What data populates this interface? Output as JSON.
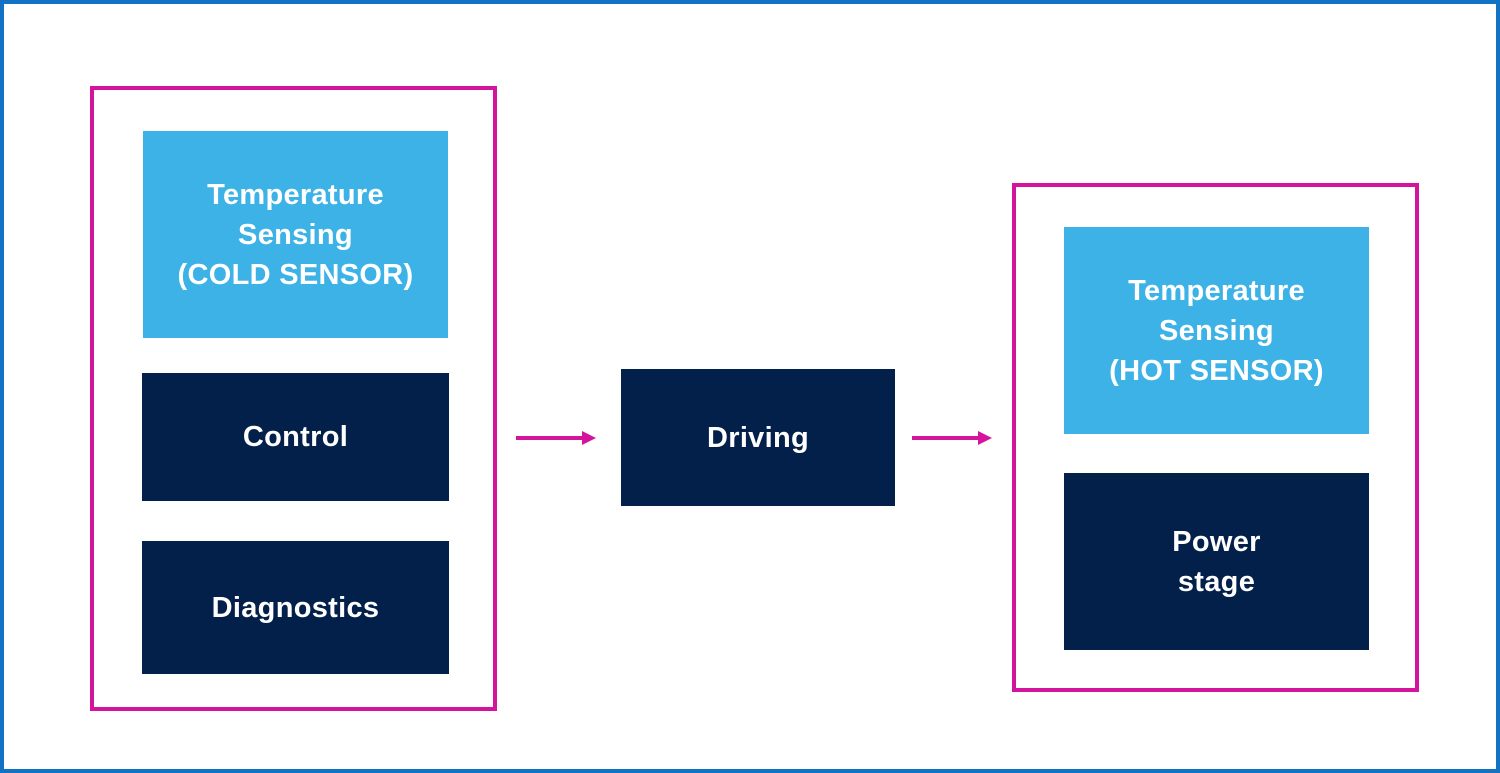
{
  "diagram": {
    "accent_colors": {
      "frame": "#1273c4",
      "group_border": "#d4149d",
      "arrow": "#d4149d",
      "sensor_block": "#3db2e7",
      "function_block": "#03204a",
      "text": "#ffffff"
    },
    "left_group": {
      "cold_sensor_label": "Temperature\nSensing\n(COLD SENSOR)",
      "control_label": "Control",
      "diagnostics_label": "Diagnostics"
    },
    "driving_label": "Driving",
    "right_group": {
      "hot_sensor_label": "Temperature\nSensing\n(HOT SENSOR)",
      "power_stage_label": "Power\nstage"
    }
  }
}
